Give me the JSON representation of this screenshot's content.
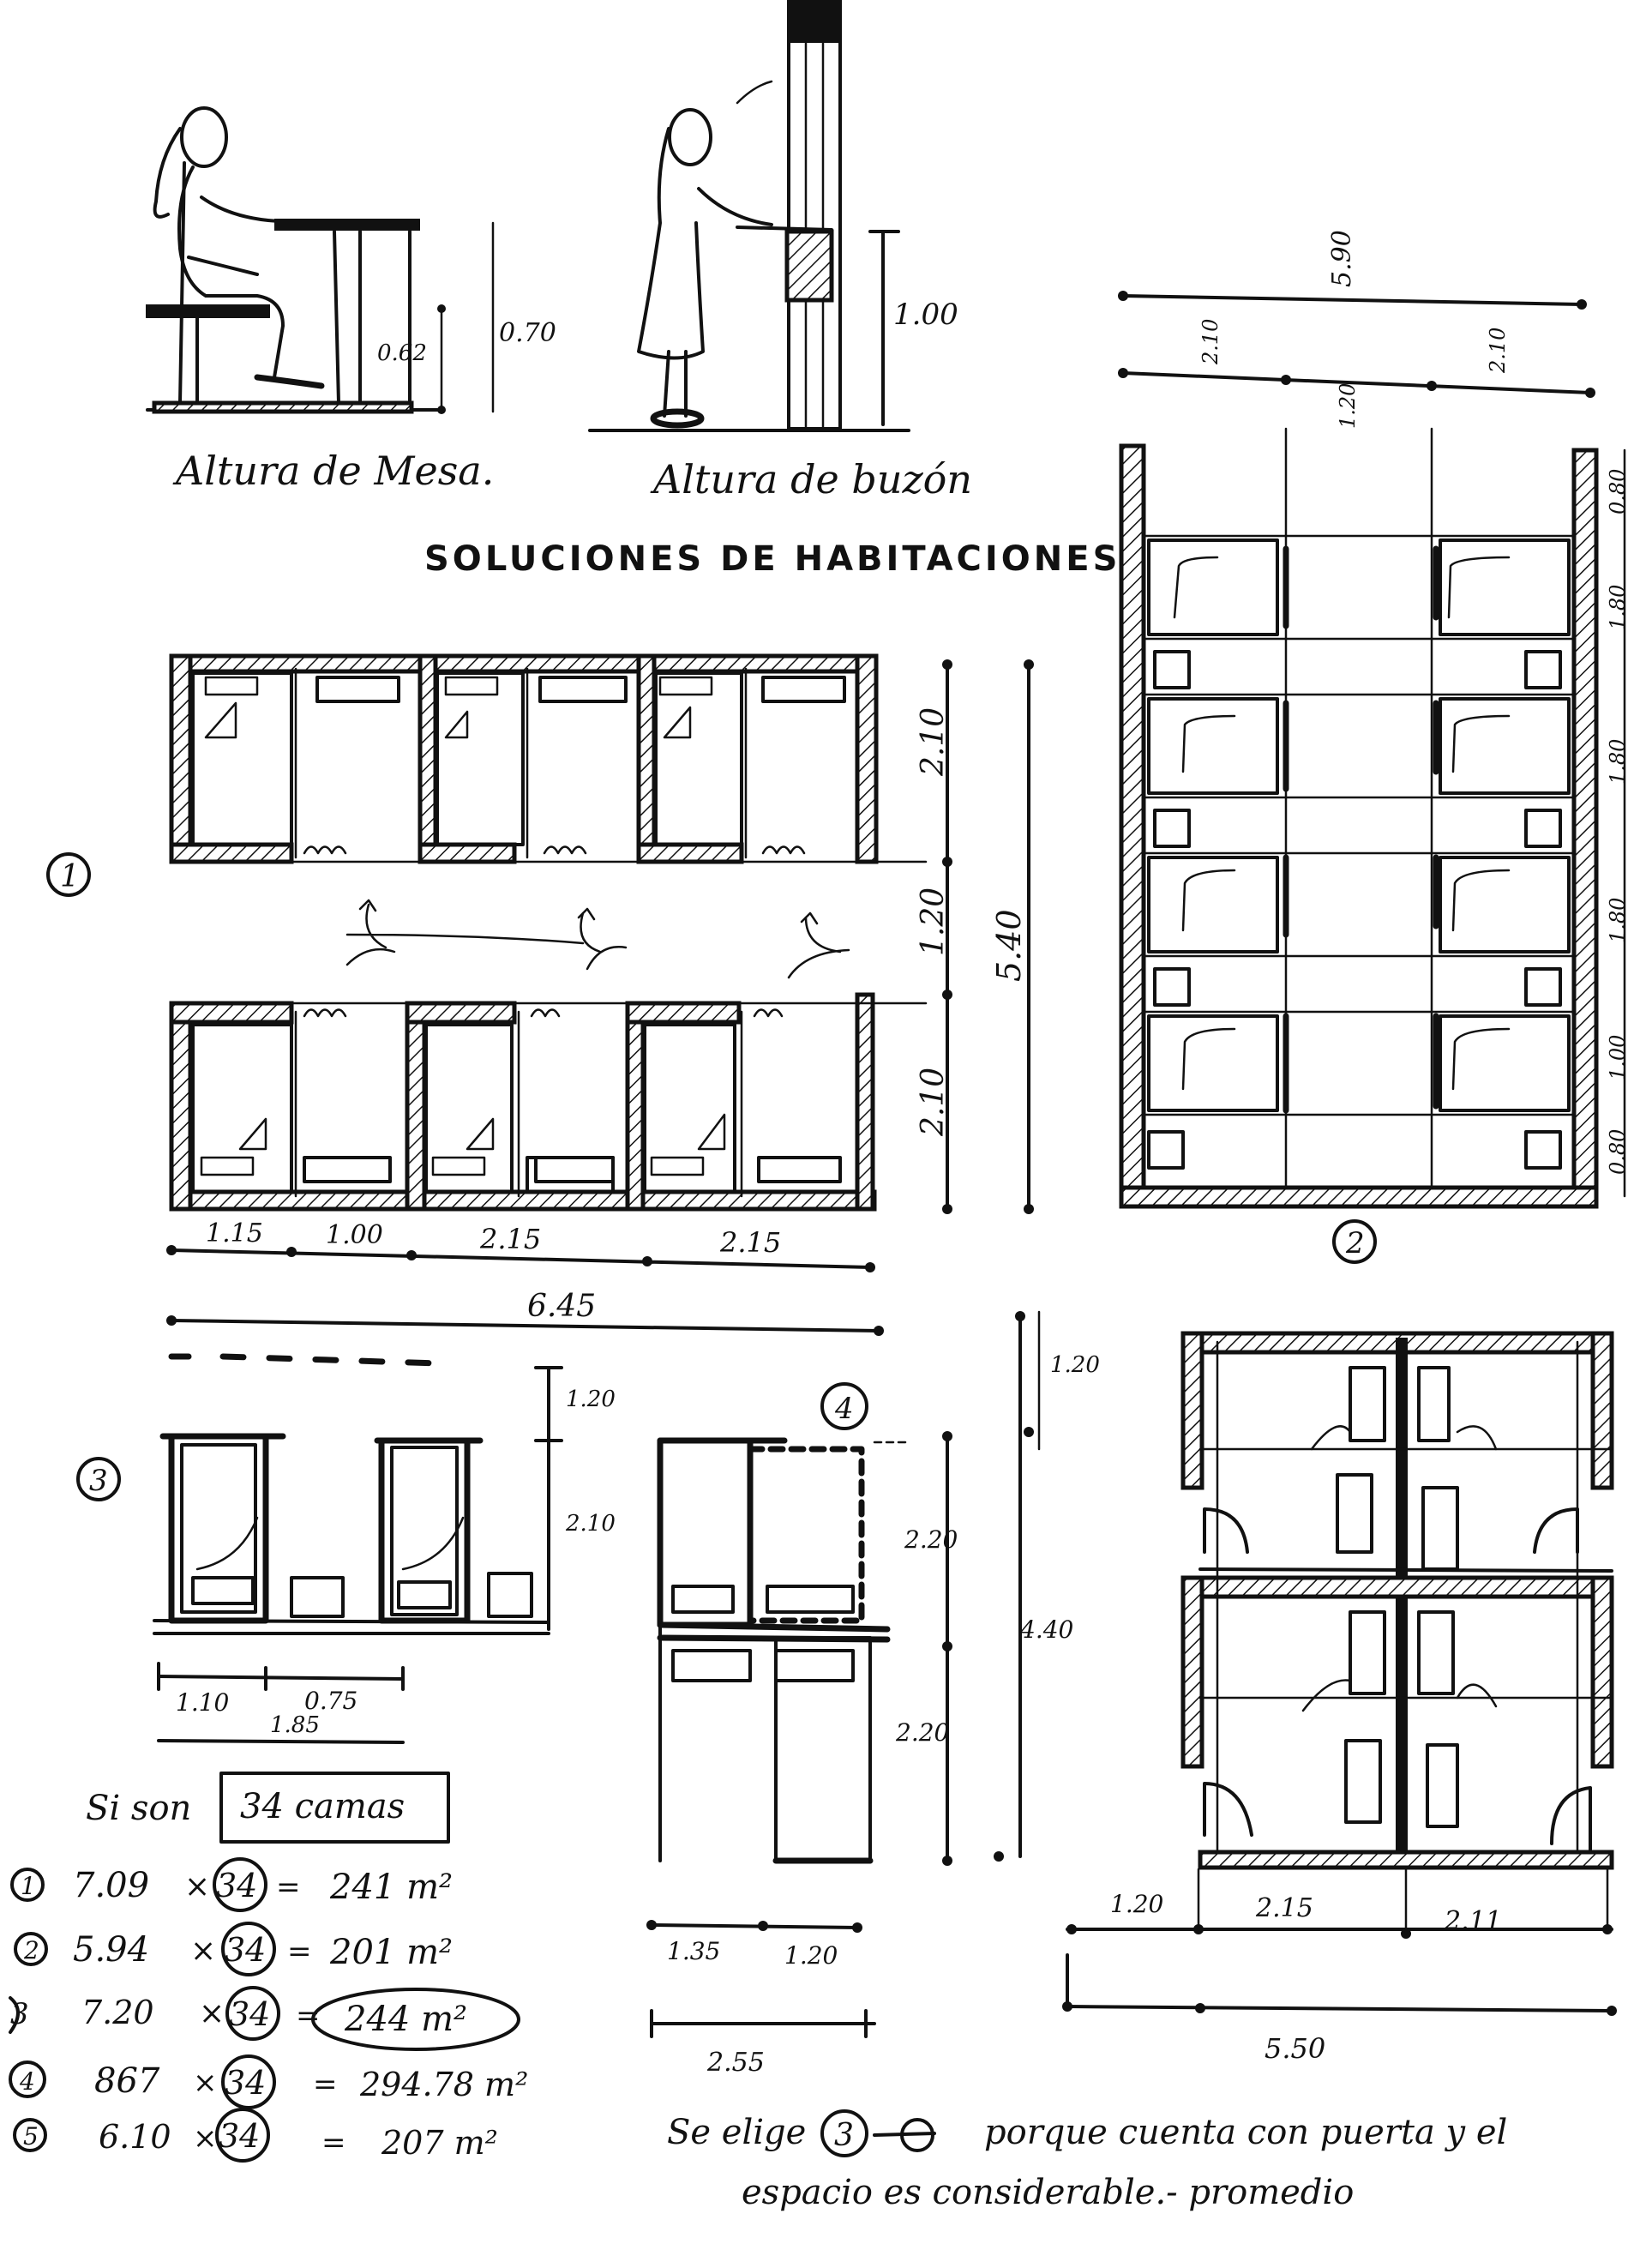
{
  "title": "SOLUCIONES DE HABITACIONES",
  "ergonomics": {
    "desk": {
      "caption": "Altura de Mesa.",
      "dim_seat": "0.62",
      "dim_table": "0.70"
    },
    "mailbox": {
      "caption": "Altura de buzón",
      "dim_height": "1.00"
    }
  },
  "solution_1": {
    "number": "1",
    "dims_vertical": [
      "2.10",
      "1.20",
      "2.10"
    ],
    "dim_total_vertical": "5.40",
    "dims_horizontal": [
      "1.15",
      "1.00",
      "2.15",
      "2.15"
    ],
    "dim_total_horizontal": "6.45"
  },
  "solution_2": {
    "number": "2",
    "dims_top": [
      "2.10",
      "1.20",
      "2.10"
    ],
    "dim_total_top": "5.90",
    "dims_right": [
      "0.80",
      "1.80",
      "1.80",
      "1.80",
      "1.00",
      "0.80"
    ]
  },
  "solution_3": {
    "number": "3",
    "dim_corridor": "1.20",
    "dim_room": "2.10",
    "dims_horizontal": [
      "1.10",
      "0.75"
    ],
    "dim_total": "1.85"
  },
  "solution_4": {
    "number": "4",
    "dims_vertical": [
      "2.20",
      "2.20"
    ],
    "dims_horizontal": [
      "1.35",
      "1.20"
    ],
    "dim_total": "2.55"
  },
  "solution_5": {
    "dims_vertical": [
      "1.20",
      "4.40"
    ],
    "dims_horizontal": [
      "1.20",
      "2.15",
      "2.11"
    ],
    "dim_total": "5.50"
  },
  "calc": {
    "intro": "Si son",
    "box": "34 camas",
    "rows": [
      {
        "n": "1",
        "factor": "7.09",
        "beds": "34",
        "result": "241 m²"
      },
      {
        "n": "2",
        "factor": "5.94",
        "beds": "34",
        "result": "201 m²"
      },
      {
        "n": "3",
        "factor": "7.20",
        "beds": "34",
        "result": "244 m²"
      },
      {
        "n": "4",
        "factor": "867",
        "beds": "34",
        "result": "294.78 m²"
      },
      {
        "n": "5",
        "factor": "6.10",
        "beds": "34",
        "result": "207 m²"
      }
    ]
  },
  "conclusion": {
    "line1_pre": "Se elige",
    "line1_num": "3",
    "line1_post": "porque cuenta con puerta y el",
    "line2": "espacio es considerable.- promedio"
  }
}
